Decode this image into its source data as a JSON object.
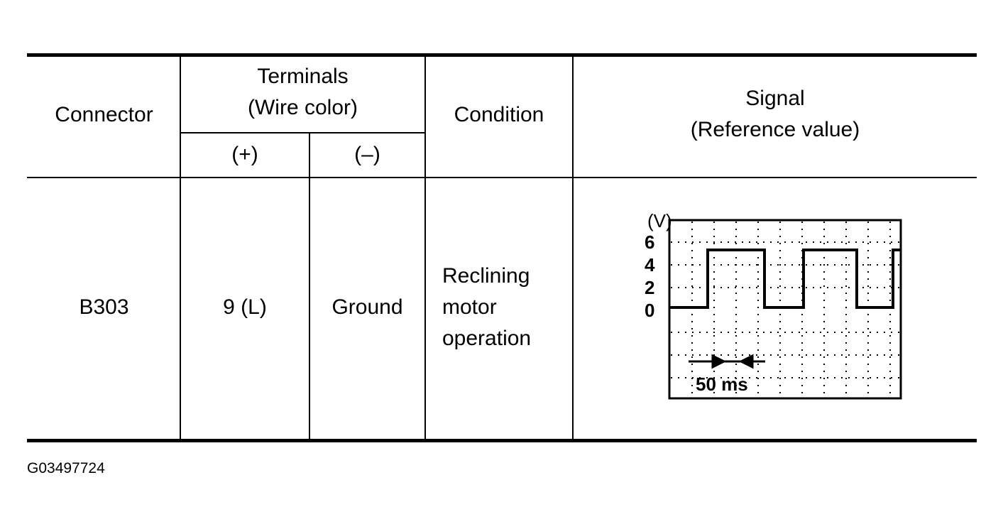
{
  "table": {
    "headers": {
      "connector": "Connector",
      "terminals_line1": "Terminals",
      "terminals_line2": "(Wire color)",
      "plus": "(+)",
      "minus": "(–)",
      "condition": "Condition",
      "signal_line1": "Signal",
      "signal_line2": "(Reference value)"
    },
    "row": {
      "connector": "B303",
      "plus": "9 (L)",
      "minus": "Ground",
      "condition_line1": "Reclining",
      "condition_line2": "motor",
      "condition_line3": "operation"
    }
  },
  "signal_plot": {
    "unit_label": "(V)",
    "y_ticks": [
      "6",
      "4",
      "2",
      "0"
    ],
    "time_label": "50 ms",
    "waveform": "square",
    "high_voltage": 5,
    "low_voltage": 0
  },
  "figure_id": "G03497724"
}
